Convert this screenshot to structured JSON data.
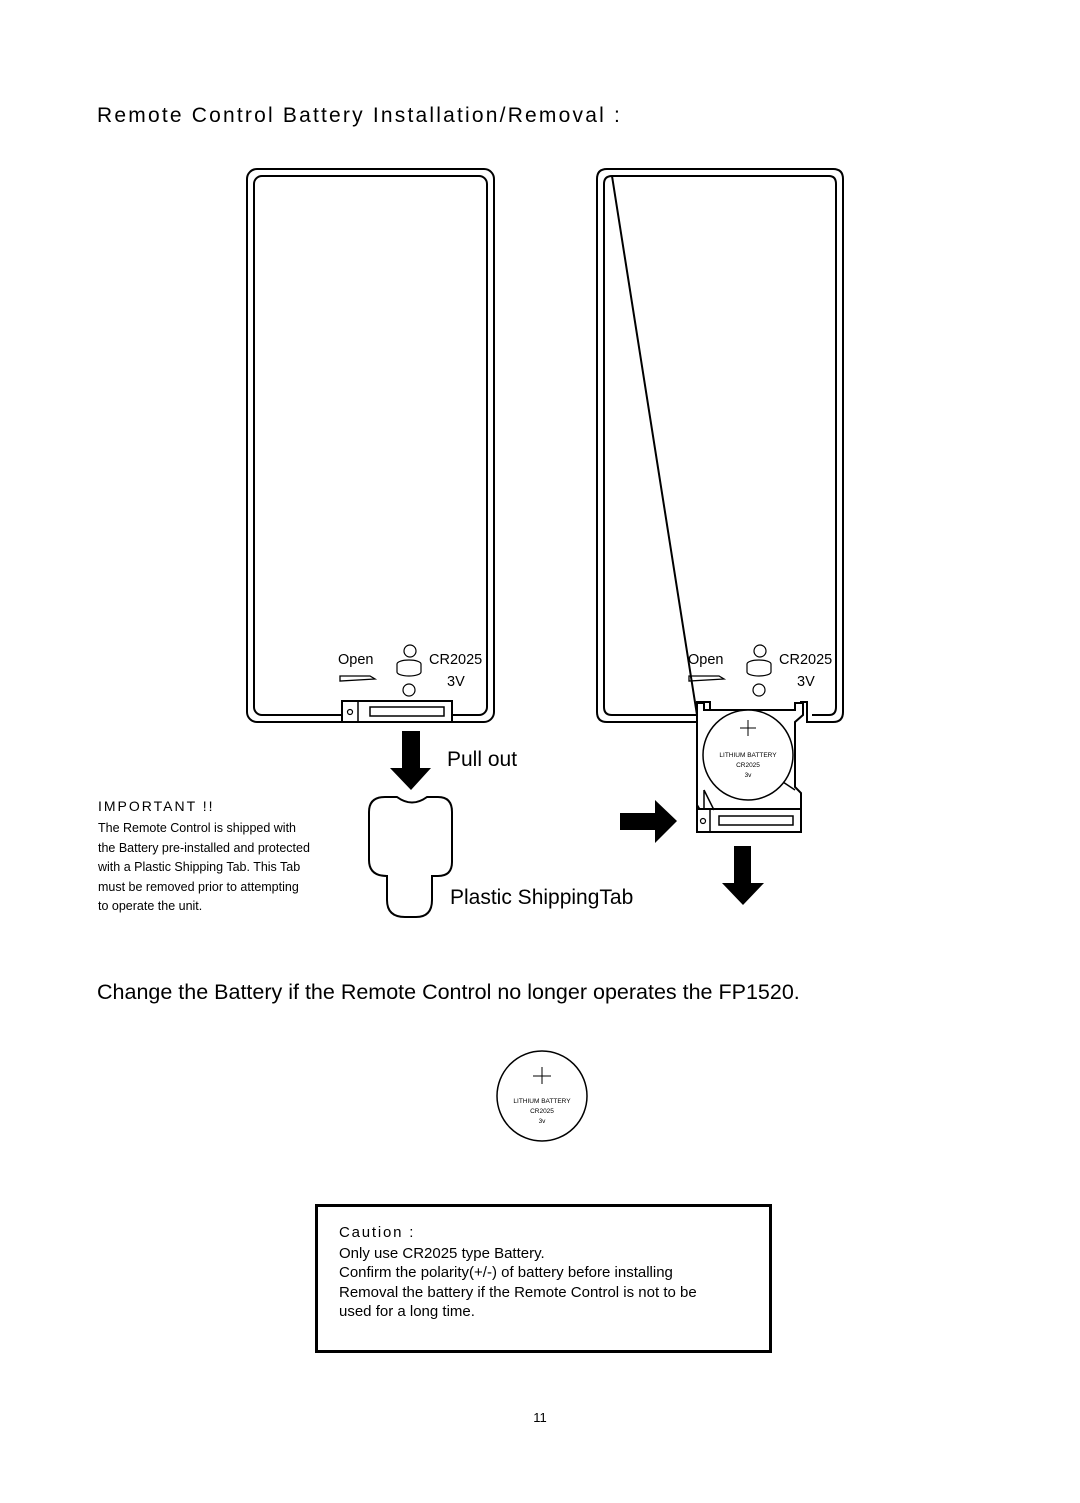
{
  "title": "Remote Control Battery Installation/Removal :",
  "remote_left": {
    "open_label": "Open",
    "plus_symbol": "+",
    "minus_symbol": "-",
    "battery_model": "CR2025",
    "battery_voltage": "3V"
  },
  "remote_right": {
    "open_label": "Open",
    "plus_symbol": "+",
    "minus_symbol": "-",
    "battery_model": "CR2025",
    "battery_voltage": "3V",
    "cell_label_1": "LITHIUM BATTERY",
    "cell_label_2": "CR2025",
    "cell_label_3": "3v"
  },
  "pull_out_label": "Pull out",
  "shipping_tab_label": "Plastic ShippingTab",
  "important": {
    "heading": "IMPORTANT !!",
    "lines": [
      "The Remote Control is shipped with",
      "the Battery pre-installed and protected",
      "with a Plastic Shipping Tab. This Tab",
      "must be removed prior to attempting",
      "to operate the unit."
    ]
  },
  "change_battery_text": "Change the Battery if the Remote Control no longer operates the FP1520.",
  "coin_cell": {
    "label_1": "LITHIUM BATTERY",
    "label_2": "CR2025",
    "label_3": "3v"
  },
  "caution": {
    "heading": "Caution :",
    "lines": [
      "Only use CR2025 type Battery.",
      "Confirm the polarity(+/-) of battery before installing",
      "Removal  the battery if the Remote Control is not to be",
      "used for a long time."
    ]
  },
  "page_number": "11",
  "icons": {
    "arrow_down": "arrow-down-icon",
    "arrow_right": "arrow-right-icon",
    "open_arrow": "open-arrow-icon",
    "battery_icon": "battery-icon"
  }
}
